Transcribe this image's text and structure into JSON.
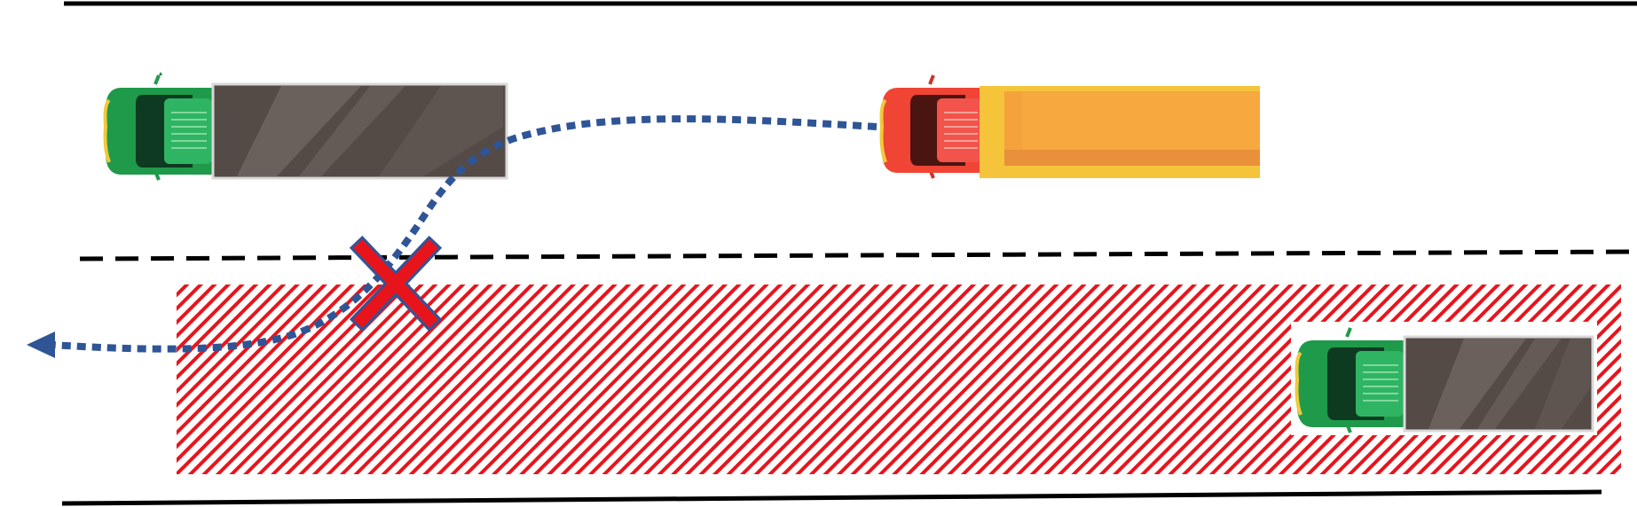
{
  "scene": {
    "type": "lane-change-diagram",
    "lanes": [
      "upper-lane",
      "lower-lane"
    ],
    "vehicles": [
      {
        "id": "truck-top-left",
        "lane": "upper-lane",
        "role": "other-vehicle",
        "cab_color": "#1f9a4a",
        "cargo_color": "#544a46"
      },
      {
        "id": "truck-ego",
        "lane": "upper-lane",
        "role": "ego-vehicle",
        "cab_color": "#f04434",
        "cargo_color": "#f5a23c"
      },
      {
        "id": "truck-bottom-right",
        "lane": "lower-lane",
        "role": "other-vehicle",
        "cab_color": "#1f9a4a",
        "cargo_color": "#544a46"
      }
    ],
    "trajectory": {
      "style": "dotted",
      "direction": "left",
      "color": "#2f5596"
    },
    "blocked_marker": {
      "symbol": "cross",
      "color": "#e8141c"
    },
    "forbidden_zone": {
      "pattern": "diagonal-hatch",
      "color": "#e8141c",
      "lane": "lower-lane"
    },
    "colors": {
      "road_line": "#000000",
      "hatch": "#e8141c",
      "trajectory": "#2f5596",
      "cross": "#e8141c"
    }
  }
}
